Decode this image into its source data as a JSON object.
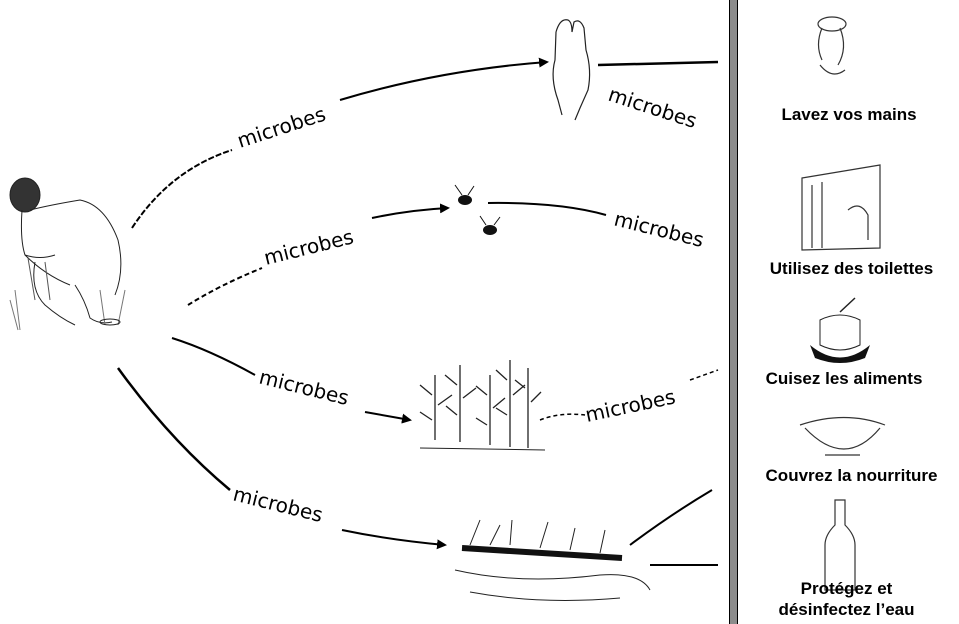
{
  "paths": {
    "path1": {
      "label_before": "microbes",
      "label_after": "microbes"
    },
    "path2": {
      "label_before": "microbes",
      "label_after": "microbes"
    },
    "path3": {
      "label_before": "microbes",
      "label_after": "microbes"
    },
    "path4": {
      "label_before": "microbes"
    }
  },
  "barriers": [
    {
      "label": "Lavez vos mains"
    },
    {
      "label": "Utilisez des toilettes"
    },
    {
      "label": "Cuisez les aliments"
    },
    {
      "label": "Couvrez la nourriture"
    },
    {
      "label_line1": "Protégez et",
      "label_line2": "désinfectez l’eau"
    }
  ]
}
